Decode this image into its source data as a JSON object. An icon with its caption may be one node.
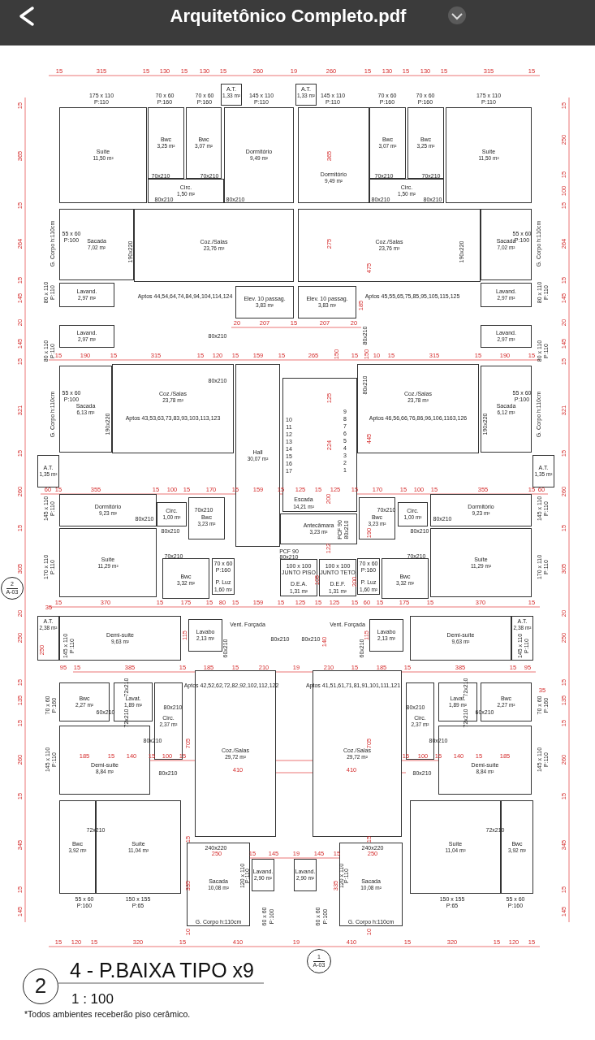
{
  "diagram": {
    "title": "4 - P.BAIXA TIPO x9",
    "nodes": [
      {
        "text": [
          "Suíte",
          "11,50 m²"
        ]
      },
      {
        "text": [
          "Bwc",
          "3,25 m²"
        ]
      },
      {
        "text": [
          "Bwc",
          "3,07 m²"
        ]
      },
      {
        "text": [
          "A.T.",
          "1,33 m²"
        ]
      },
      {
        "text": [
          "Dormitório",
          "9,49 m²"
        ]
      },
      {
        "text": [
          "Circ.",
          "1,50 m²"
        ]
      },
      {
        "text": [
          "A.T.",
          "1,33 m²"
        ]
      },
      {
        "text": [
          "Dormitório",
          "9,49 m²"
        ]
      },
      {
        "text": [
          "Bwc",
          "3,07 m²"
        ]
      },
      {
        "text": [
          "Bwc",
          "3,25 m²"
        ]
      },
      {
        "text": [
          "Circ.",
          "1,50 m²"
        ]
      },
      {
        "text": [
          "Suíte",
          "11,50 m²"
        ]
      },
      {
        "text": [
          "Sacada",
          "7,02 m²"
        ]
      },
      {
        "text": [
          "Coz./Salas",
          "23,76 m²"
        ]
      },
      {
        "text": [
          "Coz./Salas",
          "23,76 m²"
        ]
      },
      {
        "text": [
          "Sacada",
          "7,02 m²"
        ]
      },
      {
        "text": [
          "Lavand.",
          "2,97 m²"
        ]
      },
      {
        "text": [
          "Elev. 10 passag.",
          "3,83 m²"
        ]
      },
      {
        "text": [
          "Elev. 10 passag.",
          "3,83 m²"
        ]
      },
      {
        "text": [
          "Lavand.",
          "2,97 m²"
        ]
      },
      {
        "text": [
          "Lavand.",
          "2,97 m²"
        ]
      },
      {
        "text": [
          "Lavand.",
          "2,97 m²"
        ]
      },
      {
        "text": [
          "Sacada",
          "6,13 m²"
        ]
      },
      {
        "text": [
          "Coz./Salas",
          "23,78 m²"
        ]
      },
      {
        "text": [
          "Hall",
          "30,07 m²"
        ]
      },
      {
        "text": [
          "Escada",
          "14,21 m²"
        ]
      },
      {
        "text": [
          "Coz./Salas",
          "23,78 m²"
        ]
      },
      {
        "text": [
          "Sacada",
          "6,12 m²"
        ]
      },
      {
        "text": [
          "A.T.",
          "1,35 m²"
        ]
      },
      {
        "text": [
          "A.T.",
          "1,35 m²"
        ]
      },
      {
        "text": [
          "Dormitório",
          "9,23 m²"
        ]
      },
      {
        "text": [
          "Circ.",
          "1,00 m²"
        ]
      },
      {
        "text": [
          "Bwc",
          "3,23 m²"
        ]
      },
      {
        "text": [
          "Suíte",
          "11,29 m²"
        ]
      },
      {
        "text": [
          "Bwc",
          "3,32 m²"
        ]
      },
      {
        "text": [
          "P. Luz",
          "1,60 m²"
        ]
      },
      {
        "text": [
          "Antecâmara",
          "3,23 m²"
        ]
      },
      {
        "text": [
          "D.E.A.",
          "1,31 m²"
        ]
      },
      {
        "text": [
          "D.E.F.",
          "1,31 m²"
        ]
      },
      {
        "text": [
          "P. Luz",
          "1,60 m²"
        ]
      },
      {
        "text": [
          "Bwc",
          "3,32 m²"
        ]
      },
      {
        "text": [
          "Bwc",
          "3,23 m²"
        ]
      },
      {
        "text": [
          "Circ.",
          "1,00 m²"
        ]
      },
      {
        "text": [
          "Dormitório",
          "9,23 m²"
        ]
      },
      {
        "text": [
          "Suíte",
          "11,29 m²"
        ]
      },
      {
        "text": [
          "A.T.",
          "2,38 m²"
        ]
      },
      {
        "text": [
          "Demi-suíte",
          "9,63 m²"
        ]
      },
      {
        "text": [
          "Lavabo",
          "2,13 m²"
        ]
      },
      {
        "text": [
          "Lavabo",
          "2,13 m²"
        ]
      },
      {
        "text": [
          "Demi-suíte",
          "9,63 m²"
        ]
      },
      {
        "text": [
          "A.T.",
          "2,38 m²"
        ]
      },
      {
        "text": [
          "Bwc",
          "2,27 m²"
        ]
      },
      {
        "text": [
          "Lavat.",
          "1,89 m²"
        ]
      },
      {
        "text": [
          "Circ.",
          "2,37 m²"
        ]
      },
      {
        "text": [
          "Coz./Salas",
          "29,72 m²"
        ]
      },
      {
        "text": [
          "Coz./Salas",
          "29,72 m²"
        ]
      },
      {
        "text": [
          "Circ.",
          "2,37 m²"
        ]
      },
      {
        "text": [
          "Lavat.",
          "1,89 m²"
        ]
      },
      {
        "text": [
          "Bwc",
          "2,27 m²"
        ]
      },
      {
        "text": [
          "Demi-suíte",
          "8,84 m²"
        ]
      },
      {
        "text": [
          "Demi-suíte",
          "8,84 m²"
        ]
      },
      {
        "text": [
          "Bwc",
          "3,92 m²"
        ]
      },
      {
        "text": [
          "Suíte",
          "11,04 m²"
        ]
      },
      {
        "text": [
          "Sacada",
          "10,08 m²"
        ]
      },
      {
        "text": [
          "Lavand.",
          "2,90 m²"
        ]
      },
      {
        "text": [
          "Lavand.",
          "2,90 m²"
        ]
      },
      {
        "text": [
          "Sacada",
          "10,08 m²"
        ]
      },
      {
        "text": [
          "Suíte",
          "11,04 m²"
        ]
      },
      {
        "text": [
          "Bwc",
          "3,92 m²"
        ]
      },
      {
        "text": [
          "2"
        ]
      },
      {
        "text": [
          "1",
          "A-03"
        ]
      },
      {
        "text": [
          "2",
          "A-03"
        ]
      }
    ],
    "labels": [
      "Arquitetônico Completo.pdf",
      "15",
      "315",
      "15",
      "130",
      "15",
      "130",
      "15",
      "260",
      "19",
      "260",
      "15",
      "130",
      "15",
      "130",
      "15",
      "315",
      "15",
      "175 x 110",
      "P:110",
      "70 x 60",
      "P:160",
      "70 x 60",
      "P:160",
      "145 x 110",
      "P:110",
      "145 x 110",
      "P:110",
      "70 x 60",
      "P:160",
      "70 x 60",
      "P:160",
      "175 x 110",
      "P:110",
      "15",
      "365",
      "15",
      "264",
      "15",
      "145",
      "20",
      "145",
      "15",
      "321",
      "15",
      "260",
      "15",
      "305",
      "20",
      "250",
      "15",
      "135",
      "15",
      "260",
      "15",
      "345",
      "15",
      "145",
      "15",
      "250",
      "15",
      "100",
      "15",
      "264",
      "15",
      "145",
      "20",
      "145",
      "15",
      "321",
      "15",
      "260",
      "15",
      "305",
      "20",
      "250",
      "15",
      "135",
      "15",
      "260",
      "15",
      "345",
      "15",
      "145",
      "70x210",
      "70x210",
      "80x210",
      "80x210",
      "70x210",
      "70x210",
      "80x210",
      "80x210",
      "365",
      "275",
      "185",
      "475",
      "55 x 60",
      "P:100",
      "G. Corpo h:110cm",
      "190x220",
      "55 x 60",
      "P:100",
      "G. Corpo h:110cm",
      "190x220",
      "Aptos 44,54,64,74,84,94,104,114,124",
      "Aptos 45,55,65,75,85,95,105,115,125",
      "80 x 110",
      "P:110",
      "80 x 110",
      "P:110",
      "80 x 110",
      "P:110",
      "80 x 110",
      "P:110",
      "20",
      "207",
      "15",
      "207",
      "20",
      "80x210",
      "80x210",
      "15",
      "190",
      "15",
      "315",
      "15",
      "120",
      "15",
      "159",
      "15",
      "265",
      "150",
      "15",
      "150",
      "10",
      "15",
      "315",
      "15",
      "190",
      "15",
      "55 x 60",
      "P:100",
      "G. Corpo h:110cm",
      "190x220",
      "80x210",
      "Aptos 43,53,63,73,83,93,103,113,123",
      "Aptos 46,56,66,76,86,96,106,1163,126",
      "80x210",
      "55 x 60",
      "P:100",
      "G. Corpo h:110cm",
      "190x220",
      "125",
      "224",
      "445",
      "10",
      "11",
      "12",
      "13",
      "14",
      "15",
      "16",
      "17",
      "9",
      "8",
      "7",
      "6",
      "5",
      "4",
      "3",
      "2",
      "1",
      "145 x 110",
      "P:110",
      "145 x 110",
      "P:110",
      "60",
      "15",
      "355",
      "15",
      "100",
      "15",
      "170",
      "15",
      "159",
      "15",
      "125",
      "15",
      "125",
      "15",
      "170",
      "15",
      "100",
      "15",
      "355",
      "15",
      "60",
      "80x210",
      "70x210",
      "80x210",
      "70x210",
      "70x210",
      "80x210",
      "80x210",
      "70x210",
      "200",
      "190",
      "122",
      "105",
      "200",
      "PCF 90",
      "80x210",
      "PCF 90",
      "80x210",
      "100 x 100",
      "JUNTO PISO",
      "100 x 100",
      "JUNTO TETO",
      "70 x 60",
      "P:160",
      "70 x 60",
      "P:160",
      "170 x 110",
      "P:110",
      "170 x 110",
      "P:110",
      "15",
      "370",
      "15",
      "175",
      "15",
      "80",
      "15",
      "159",
      "15",
      "125",
      "15",
      "125",
      "15",
      "60",
      "15",
      "175",
      "15",
      "370",
      "15",
      "35",
      "250",
      "145 x 110",
      "P:110",
      "115",
      "60x210",
      "Vent. Forçada",
      "80x210",
      "80x210",
      "140",
      "Vent. Forçada",
      "60x210",
      "115",
      "145 x 110",
      "P:110",
      "95",
      "15",
      "385",
      "15",
      "185",
      "15",
      "210",
      "19",
      "210",
      "15",
      "185",
      "15",
      "385",
      "15",
      "95",
      "Aptos 42,52,62,72,82,92,102,112,122",
      "Aptos 41,51,61,71,81,91,101,111,121",
      "35",
      "70 x 60",
      "P:160",
      "70 x 60",
      "P:160",
      "145 x 110",
      "P:110",
      "145 x 110",
      "P:110",
      "72x210",
      "60x210",
      "72x210",
      "80x210",
      "80x210",
      "80x210",
      "72x210",
      "72x210",
      "60x210",
      "72x210",
      "80x210",
      "80x210",
      "80x210",
      "72x210",
      "185",
      "15",
      "140",
      "15",
      "100",
      "15",
      "15",
      "100",
      "15",
      "140",
      "15",
      "185",
      "705",
      "705",
      "410",
      "410",
      "15",
      "240x220",
      "240x220",
      "15",
      "250",
      "15",
      "145",
      "19",
      "145",
      "15",
      "250",
      "120 x 110",
      "P:110",
      "120 x 110",
      "P:110",
      "335",
      "335",
      "55 x 60",
      "P:160",
      "150 x 155",
      "P:65",
      "150 x 155",
      "P:65",
      "55 x 60",
      "P:160",
      "60 x 60",
      "P:100",
      "60 x 60",
      "P:100",
      "G. Corpo h:110cm",
      "G. Corpo h:110cm",
      "10",
      "10",
      "15",
      "120",
      "15",
      "320",
      "15",
      "410",
      "19",
      "410",
      "15",
      "320",
      "15",
      "120",
      "15",
      "1 : 100",
      "*Todos ambientes receberão piso cerâmico."
    ]
  }
}
